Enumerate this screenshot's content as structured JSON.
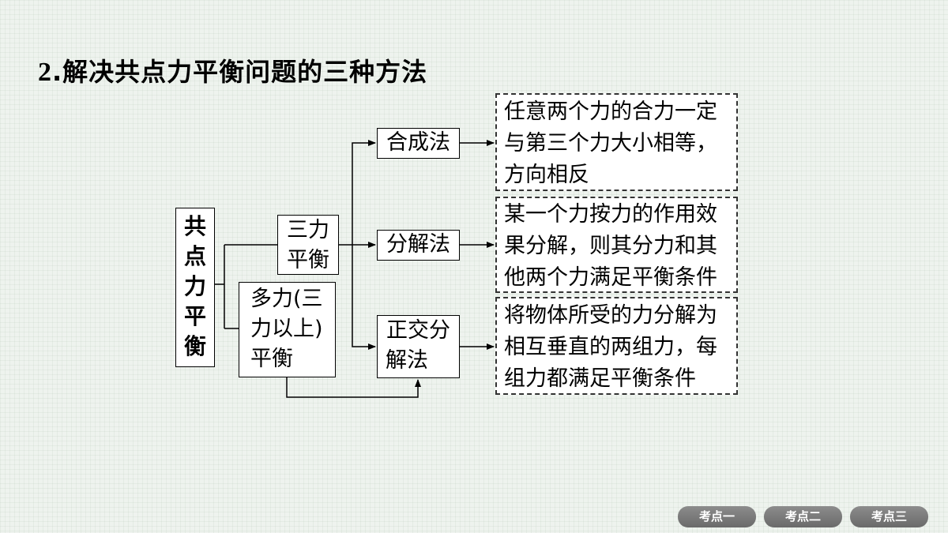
{
  "title": {
    "number": "2",
    "text": ".解决共点力平衡问题的三种方法"
  },
  "root": {
    "label": "共点力平衡"
  },
  "cases": {
    "three_force": {
      "label": "三力平衡"
    },
    "multi_force": {
      "line1": "多力(三",
      "line2": "力以上)",
      "line3": "平衡"
    }
  },
  "methods": {
    "composition": {
      "label": "合成法"
    },
    "decomposition": {
      "label": "分解法"
    },
    "orthogonal": {
      "line1": "正交分",
      "line2": "解法"
    }
  },
  "descriptions": {
    "composition": {
      "line1": "任意两个力的合力一定",
      "line2": "与第三个力大小相等，",
      "line3": "方向相反"
    },
    "decomposition": {
      "line1": "某一个力按力的作用效",
      "line2": "果分解，则其分力和其",
      "line3": "他两个力满足平衡条件"
    },
    "orthogonal": {
      "line1": "将物体所受的力分解为",
      "line2": "相互垂直的两组力，每",
      "line3": "组力都满足平衡条件"
    }
  },
  "nav": {
    "item1": "考点一",
    "item2": "考点二",
    "item3": "考点三"
  }
}
